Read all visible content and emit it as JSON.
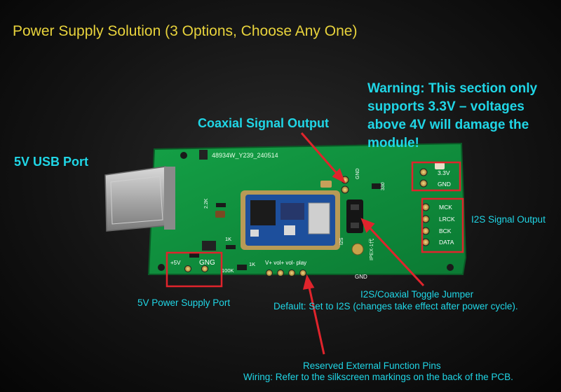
{
  "title": "Power Supply Solution (3 Options, Choose Any One)",
  "labels": {
    "coaxial_output": "Coaxial Signal Output",
    "usb_port": "5V USB Port",
    "warning": "Warning: This section only supports 3.3V – voltages above 4V will damage the module!",
    "i2s_output": "I2S Signal Output",
    "power_port": "5V Power Supply Port",
    "toggle_jumper": "I2S/Coaxial Toggle Jumper",
    "toggle_default": "Default: Set to I2S (changes take effect after power cycle).",
    "reserved_pins": "Reserved External Function Pins",
    "reserved_wiring": "Wiring: Refer to the silkscreen markings on the back of the PCB."
  },
  "silkscreen": {
    "board_id": "48934W_Y239_240514",
    "pin_33v": "3.3V",
    "pin_gnd": "GND",
    "pin_mck": "MCK",
    "pin_lrck": "LRCK",
    "pin_bck": "BCK",
    "pin_data": "DATA",
    "pin_5v": "+5V",
    "pin_gng": "GNG",
    "func_pins": "V+ vol+ vol- play",
    "gnd_bottom": "GND",
    "ipex": "IPEX-1代",
    "res_1k_a": "1K",
    "res_1k_b": "1K",
    "res_100k": "100K",
    "res_22k": "2.2K",
    "res_330": "330",
    "i2s_mark": "I2S",
    "gnd_top": "GND"
  },
  "colors": {
    "title": "#e8d33c",
    "annotation": "#20d6e6",
    "highlight_box": "#e0242c",
    "arrow": "#e0242c",
    "pcb": "#0f8a3a",
    "module": "#1d4f9c"
  }
}
